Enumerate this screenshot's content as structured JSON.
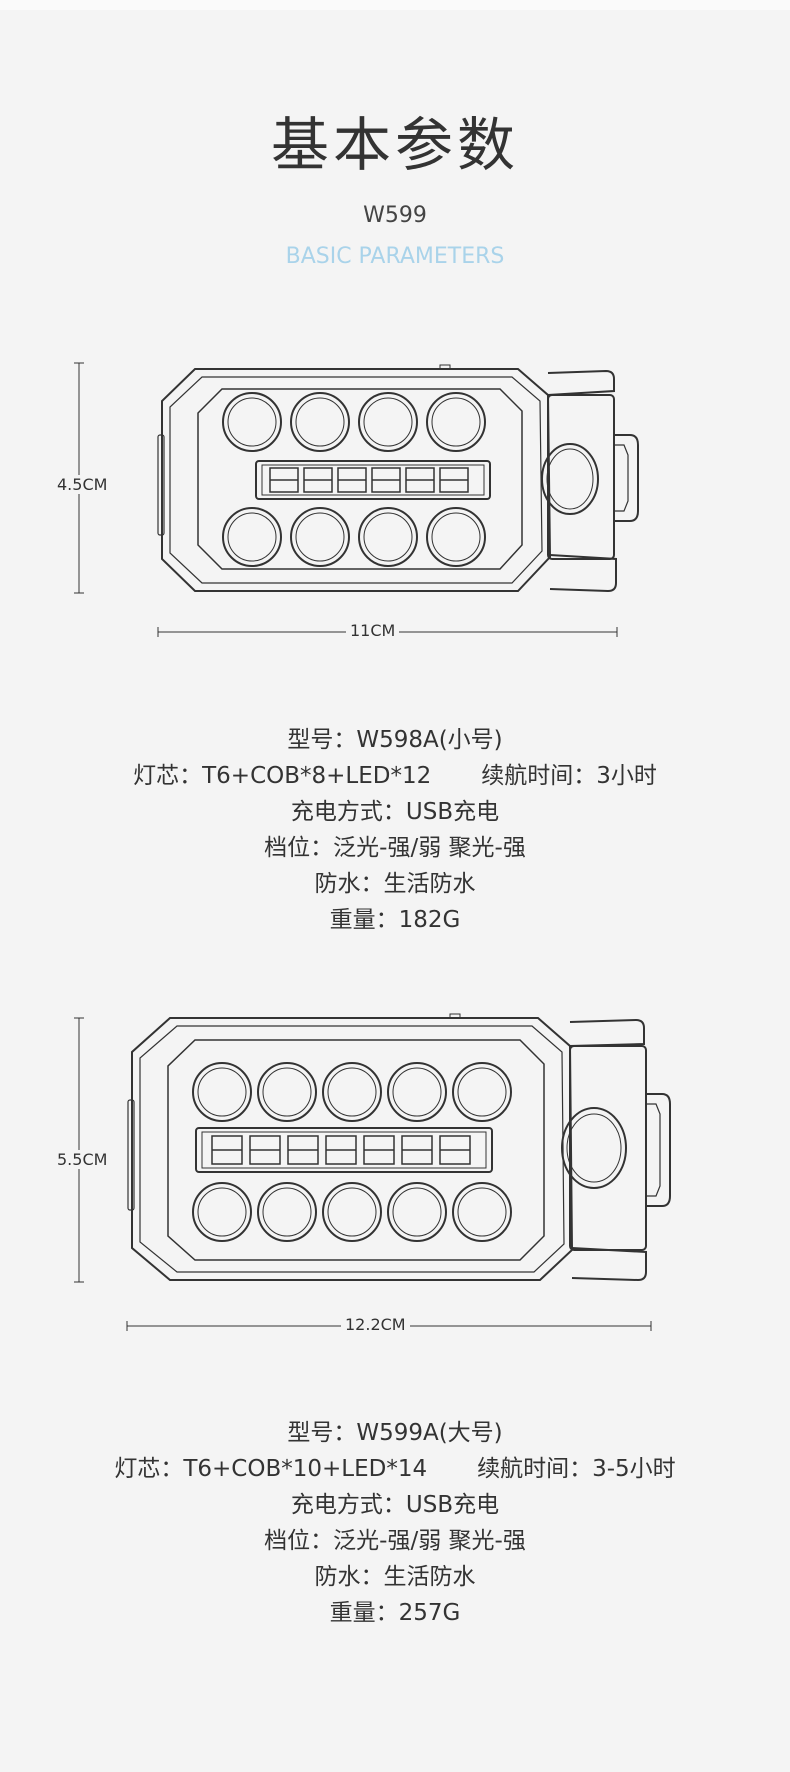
{
  "header": {
    "title": "基本参数",
    "model_code": "W599",
    "subtitle": "BASIC PARAMETERS"
  },
  "colors": {
    "background": "#f4f4f4",
    "text": "#333333",
    "subtitle_accent": "#a9d3ea",
    "outline": "#333333"
  },
  "products": [
    {
      "height_label": "4.5CM",
      "width_label": "11CM",
      "leds_per_row": 4,
      "specs": {
        "model": "型号：W598A(小号)",
        "core": "灯芯：T6+COB*8+LED*12",
        "runtime": "续航时间：3小时",
        "charging": "充电方式：USB充电",
        "modes": "档位：泛光-强/弱 聚光-强",
        "waterproof": "防水：生活防水",
        "weight": "重量：182G"
      }
    },
    {
      "height_label": "5.5CM",
      "width_label": "12.2CM",
      "leds_per_row": 5,
      "specs": {
        "model": "型号：W599A(大号)",
        "core": "灯芯：T6+COB*10+LED*14",
        "runtime": "续航时间：3-5小时",
        "charging": "充电方式：USB充电",
        "modes": "档位：泛光-强/弱 聚光-强",
        "waterproof": "防水：生活防水",
        "weight": "重量：257G"
      }
    }
  ]
}
